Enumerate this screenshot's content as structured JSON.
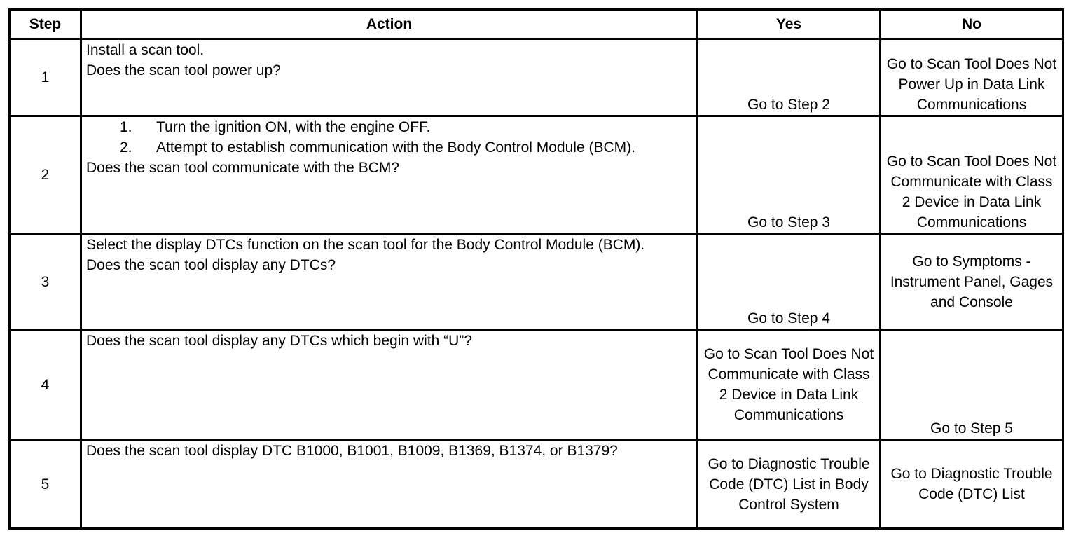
{
  "table": {
    "headers": {
      "step": "Step",
      "action": "Action",
      "yes": "Yes",
      "no": "No"
    },
    "rows": [
      {
        "step": "1",
        "instruction": "Install a scan tool.",
        "question": "Does the scan tool power up?",
        "yes": "Go to Step 2",
        "no": "Go to Scan Tool Does Not Power Up in Data Link Communications"
      },
      {
        "step": "2",
        "substeps": [
          {
            "num": "1.",
            "text": "Turn the ignition ON, with the engine OFF."
          },
          {
            "num": "2.",
            "text": "Attempt to establish communication with the Body Control Module (BCM)."
          }
        ],
        "question": "Does the scan tool communicate with the BCM?",
        "yes": "Go to Step 3",
        "no": "Go to Scan Tool Does Not Communicate with Class 2 Device in Data Link Communications"
      },
      {
        "step": "3",
        "instruction": "Select the display DTCs function on the scan tool for the Body Control Module (BCM).",
        "question": "Does the scan tool display any DTCs?",
        "yes": "Go to Step 4",
        "no": "Go to Symptoms - Instrument Panel, Gages and Console"
      },
      {
        "step": "4",
        "question": "Does the scan tool display any DTCs which begin with “U”?",
        "yes": "Go to Scan Tool Does Not Communicate with Class 2 Device in Data Link Communications",
        "no": "Go to Step 5"
      },
      {
        "step": "5",
        "question": "Does the scan tool display DTC B1000, B1001, B1009, B1369, B1374, or B1379?",
        "yes": "Go to Diagnostic Trouble Code (DTC) List in Body Control System",
        "no": "Go to Diagnostic Trouble Code (DTC) List"
      }
    ]
  }
}
